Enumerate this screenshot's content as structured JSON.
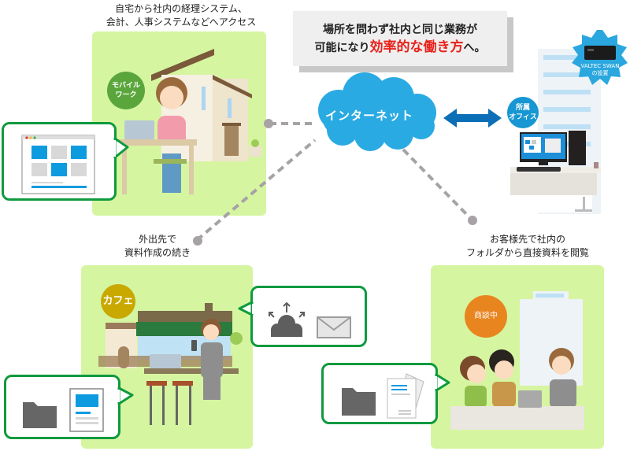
{
  "headline": {
    "line1": "場所を問わず社内と同じ業務が",
    "line2_prefix": "可能になり",
    "line2_emphasis": "効率的な働き方",
    "line2_suffix": "へ。"
  },
  "internet": {
    "label": "インターネット"
  },
  "scenes": {
    "home": {
      "caption_line1": "自宅から社内の経理システム、",
      "caption_line2": "会計、人事システムなどへアクセス",
      "badge_line1": "モバイル",
      "badge_line2": "ワーク",
      "badge_color": "#5aa63c"
    },
    "cafe": {
      "caption_line1": "外出先で",
      "caption_line2": "資料作成の続き",
      "badge": "カフェ",
      "badge_color": "#c9a800"
    },
    "client": {
      "caption_line1": "お客様先で社内の",
      "caption_line2": "フォルダから直接資料を閲覧",
      "badge": "商談中",
      "badge_color": "#e8851f"
    },
    "office": {
      "badge_line1": "所属",
      "badge_line2": "オフィス",
      "badge_color": "#1696d2",
      "starburst_line1": "VALTEC SWAN",
      "starburst_line2": "の設置",
      "starburst_color": "#2aa7df"
    }
  },
  "colors": {
    "panel_green": "#d6f5a0",
    "bubble_border": "#0f9a3e",
    "cloud": "#2aaae2",
    "arrow": "#0b6fb8",
    "connector": "#a6a2a6",
    "emphasis_red": "#e8211a"
  }
}
